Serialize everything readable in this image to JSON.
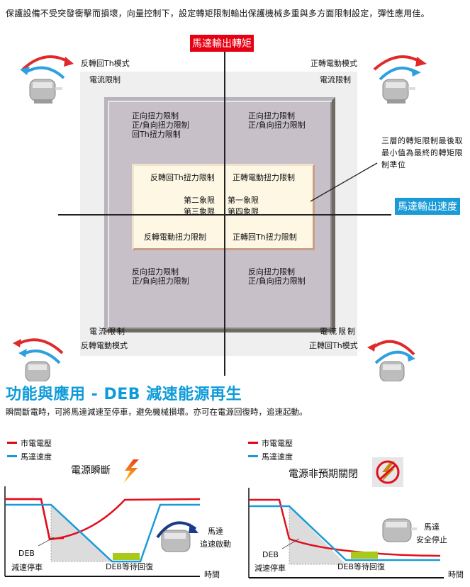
{
  "intro_text": "保護設備不受突發衝擊而損壞，向量控制下，設定轉矩限制輸出保護機械多重與多方面限制設定，彈性應用佳。",
  "quadrant_diagram": {
    "y_axis_label": "馬達輸出轉矩",
    "x_axis_label": "馬達輸出速度",
    "colors": {
      "y_axis": "#e60012",
      "x_axis": "#1a9bd7",
      "outer": "#efefef",
      "middle": "#c7c0c9",
      "inner": "#fdf7e3"
    },
    "corners": {
      "top_left_mode": "反轉回Th模式",
      "top_right_mode": "正轉電動模式",
      "bottom_left_mode": "反轉電動模式",
      "bottom_right_mode": "正轉回Th模式",
      "current_limit": "電流限制"
    },
    "middle_layer": {
      "top_left": [
        "正向扭力限制",
        "正/負向扭力限制",
        "回Th扭力限制"
      ],
      "top_right": [
        "正向扭力限制",
        "正/負向扭力限制"
      ],
      "bottom_left": [
        "反向扭力限制",
        "正/負向扭力限制"
      ],
      "bottom_right": [
        "反向扭力限制",
        "正/負向扭力限制"
      ]
    },
    "inner_layer": {
      "top_left": "反轉回Th扭力限制",
      "top_right": "正轉電動扭力限制",
      "bottom_left": "反轉電動扭力限制",
      "bottom_right": "正轉回Th扭力限制",
      "q1": "第一象限",
      "q2": "第二象限",
      "q3": "第三象限",
      "q4": "第四象限"
    },
    "note": "三層的轉矩限制最後取最小值為最終的轉矩限制準位"
  },
  "deb_section": {
    "title": "功能與應用 - DEB 減速能源再生",
    "subtitle": "瞬間斷電時，可將馬達減速至停車，避免機械損壞。亦可在電源回復時，追速起動。"
  },
  "chart_data": [
    {
      "type": "line",
      "title": "電源瞬斷",
      "xlabel": "時間",
      "ylabel": "",
      "legend": [
        {
          "name": "市電電壓",
          "color": "#e60012"
        },
        {
          "name": "馬達速度",
          "color": "#1a9bd7"
        }
      ],
      "annotations": [
        "DEB 減速停車",
        "DEB等待回復",
        "馬達 追速啟動"
      ],
      "series": [
        {
          "name": "市電電壓",
          "shape": "high → sudden drop → gradual curve up → recover to high"
        },
        {
          "name": "馬達速度",
          "shape": "high → linear decel to zero → hold (DEB wait) → linear accel back to high"
        }
      ]
    },
    {
      "type": "line",
      "title": "電源非預期關閉",
      "xlabel": "時間",
      "ylabel": "",
      "legend": [
        {
          "name": "市電電壓",
          "color": "#e60012"
        },
        {
          "name": "馬達速度",
          "color": "#1a9bd7"
        }
      ],
      "annotations": [
        "DEB 減速停車",
        "DEB等待回復",
        "馬達 安全停止"
      ],
      "series": [
        {
          "name": "市電電壓",
          "shape": "high → sudden drop → slow decay toward low level"
        },
        {
          "name": "馬達速度",
          "shape": "high → linear decel to zero → stays at zero"
        }
      ]
    }
  ],
  "charts_text": {
    "left": {
      "legend_voltage": "市電電壓",
      "legend_speed": "馬達速度",
      "title": "電源瞬斷",
      "deb_line1": "DEB",
      "deb_line2": "減速停車",
      "wait_label": "DEB等待回復",
      "motor_line1": "馬達",
      "motor_line2": "追速啟動",
      "time_label": "時間"
    },
    "right": {
      "legend_voltage": "市電電壓",
      "legend_speed": "馬達速度",
      "title": "電源非預期關閉",
      "deb_line1": "DEB",
      "deb_line2": "減速停車",
      "wait_label": "DEB等待回復",
      "motor_line1": "馬達",
      "motor_line2": "安全停止",
      "time_label": "時間"
    }
  }
}
